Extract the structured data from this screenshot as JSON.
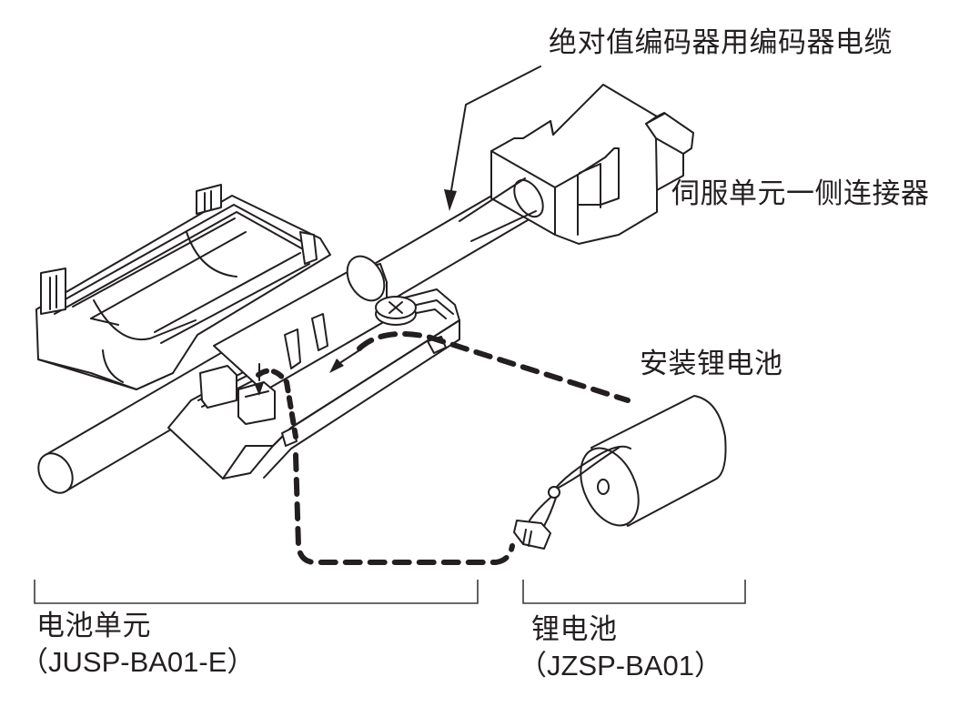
{
  "figure": {
    "labels": {
      "encoder_cable": "绝对值编码器用编码器电缆",
      "servo_connector": "伺服单元一侧连接器",
      "install_battery": "安装锂电池"
    },
    "components": {
      "battery_unit": {
        "name": "电池单元",
        "model": "（JUSP-BA01-E）"
      },
      "lithium_battery": {
        "name": "锂电池",
        "model": "（JZSP-BA01）"
      }
    },
    "colors": {
      "ink": "#231f20",
      "background": "#ffffff"
    }
  }
}
